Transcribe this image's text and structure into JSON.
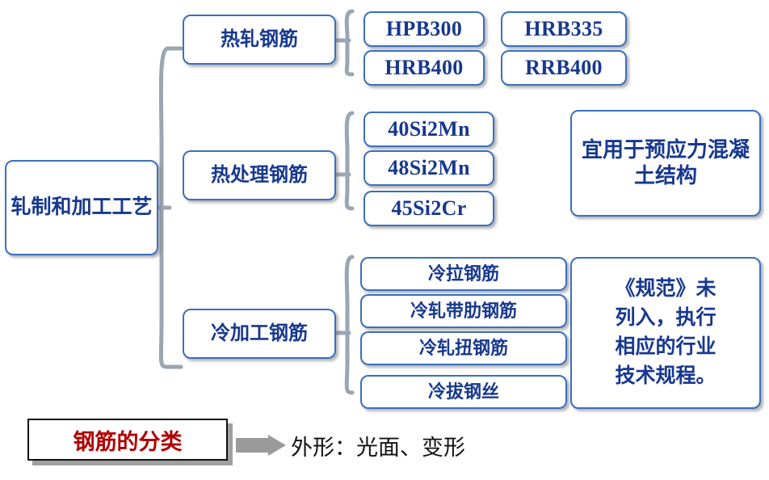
{
  "title_box": {
    "label": "钢筋的分类"
  },
  "root": {
    "label": "轧制和加工工艺"
  },
  "categories": [
    {
      "id": "hot-rolled",
      "label": "热轧钢筋"
    },
    {
      "id": "heat-treated",
      "label": "热处理钢筋"
    },
    {
      "id": "cold-worked",
      "label": "冷加工钢筋"
    }
  ],
  "hot_rolled_grades": [
    {
      "id": "hpb300",
      "label": "HPB300"
    },
    {
      "id": "hrb335",
      "label": "HRB335"
    },
    {
      "id": "hrb400",
      "label": "HRB400"
    },
    {
      "id": "rrb400",
      "label": "RRB400"
    }
  ],
  "heat_treated_grades": [
    {
      "id": "40si2mn",
      "label": "40Si2Mn"
    },
    {
      "id": "48si2mn",
      "label": "48Si2Mn"
    },
    {
      "id": "45si2cr",
      "label": "45Si2Cr"
    }
  ],
  "cold_worked_items": [
    {
      "id": "cold-drawn-bar",
      "label": "冷拉钢筋"
    },
    {
      "id": "cold-rolled-ribbed",
      "label": "冷轧带肋钢筋"
    },
    {
      "id": "cold-rolled-twisted",
      "label": "冷轧扭钢筋"
    },
    {
      "id": "cold-drawn-wire",
      "label": "冷拔钢丝"
    }
  ],
  "notes": {
    "prestressed": "宜用于预应力混凝土结构",
    "spec_line1": "《规范》未",
    "spec_line2": "列入，执行",
    "spec_line3": "相应的行业",
    "spec_line4": "技术规程。"
  },
  "shape_caption": "外形：光面、变形",
  "colors": {
    "node_border": "#3a6fbf",
    "node_text": "#17388f",
    "title_text": "#b00000",
    "caption_text": "#111111",
    "connector": "#9aa6b2",
    "arrow_fill": "#9a9a9a"
  }
}
